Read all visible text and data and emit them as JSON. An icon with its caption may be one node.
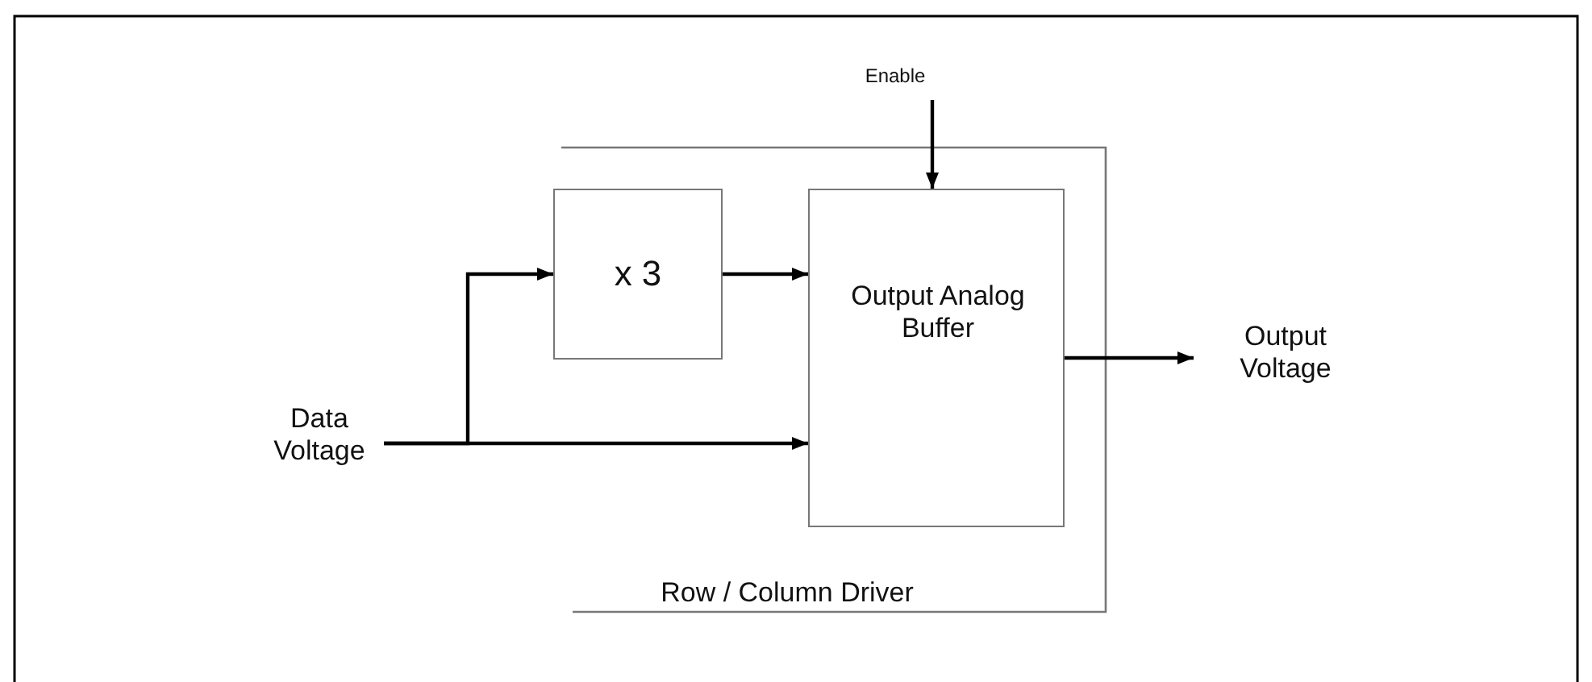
{
  "diagram": {
    "nodes": [
      {
        "text": [
          "Row / Column Driver"
        ]
      },
      {
        "text": [
          "x 3"
        ],
        "in": 0
      },
      {
        "text": [
          "Output Analog Buffer"
        ],
        "in": 0
      },
      {
        "text": [
          "Data Voltage"
        ]
      },
      {
        "text": [
          "Output Voltage"
        ]
      },
      {
        "text": [
          "Enable"
        ]
      }
    ],
    "edges": [
      {
        "from": 3,
        "to": 1,
        "arrow": "to"
      },
      {
        "from": 3,
        "to": 2,
        "arrow": "to"
      },
      {
        "from": 1,
        "to": 2,
        "arrow": "to"
      },
      {
        "from": 2,
        "to": 4,
        "arrow": "to"
      },
      {
        "from": 5,
        "to": 2,
        "arrow": "to"
      }
    ]
  }
}
